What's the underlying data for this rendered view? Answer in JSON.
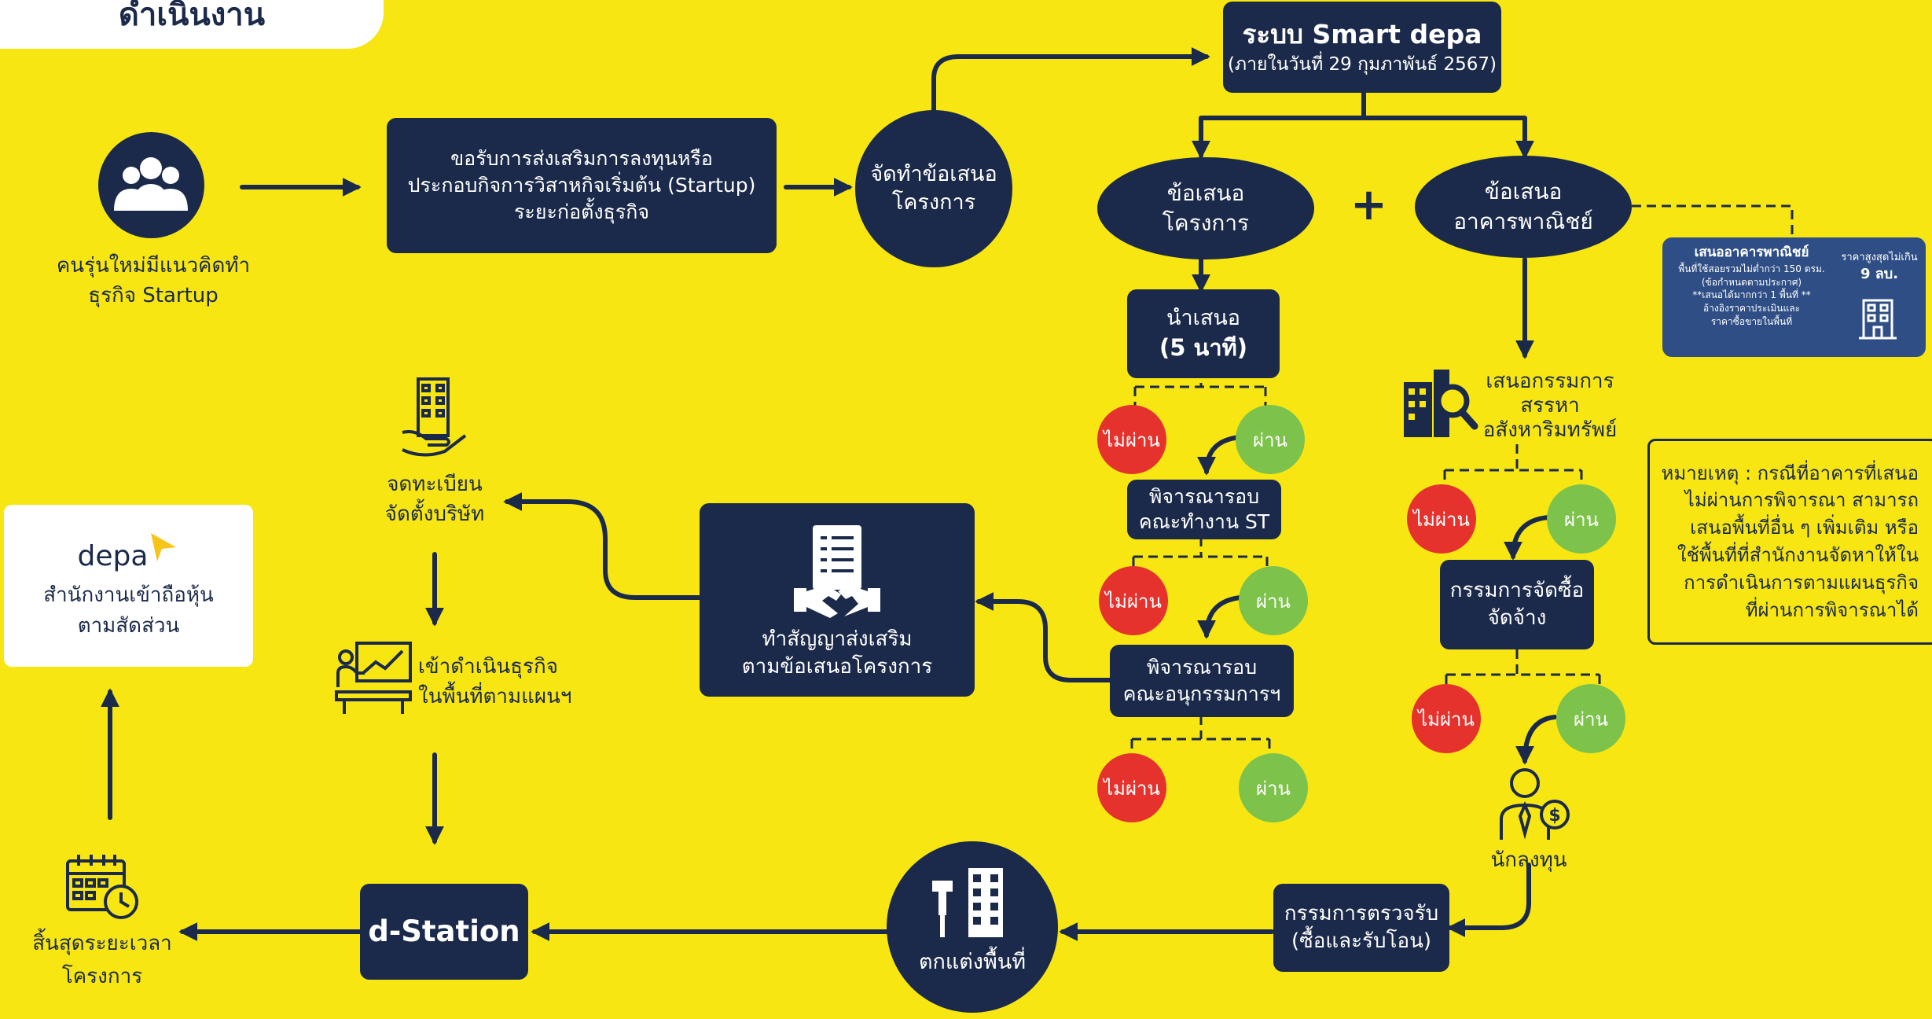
{
  "header": {
    "title": "ดำเนินงาน"
  },
  "applicant": {
    "line1": "คนรุ่นใหม่มีแนวคิดทำ",
    "line2": "ธุรกิจ Startup"
  },
  "request": {
    "line1": "ขอรับการส่งเสริมการลงทุนหรือ",
    "line2": "ประกอบกิจการวิสาหกิจเริ่มต้น (Startup)",
    "line3": "ระยะก่อตั้งธุรกิจ"
  },
  "prepare": {
    "line1": "จัดทำข้อเสนอ",
    "line2": "โครงการ"
  },
  "system": {
    "title": "ระบบ Smart depa",
    "subtitle": "(ภายในวันที่ 29 กุมภาพันธ์ 2567)"
  },
  "proposal_project": {
    "line1": "ข้อเสนอ",
    "line2": "โครงการ"
  },
  "plus": "+",
  "proposal_building": {
    "line1": "ข้อเสนอ",
    "line2": "อาคารพาณิชย์"
  },
  "building_note": {
    "title": "เสนออาคารพาณิชย์",
    "l1": "พื้นที่ใช้สอยรวมไม่ต่ำกว่า 150 ตรม.",
    "l2": "(ข้อกำหนดตามประกาศ)",
    "l3": "**เสนอได้มากกว่า 1 พื้นที่ **",
    "l4": "อ้างอิงราคาประเมินและ",
    "l5": "ราคาซื้อขายในพื้นที่",
    "price_label": "ราคาสูงสุดไม่เกิน",
    "price_value": "9 ลบ."
  },
  "present": {
    "line1": "นำเสนอ",
    "line2": "(5 นาที)"
  },
  "review_st": {
    "line1": "พิจารณารอบ",
    "line2": "คณะทำงาน  ST"
  },
  "review_sub": {
    "line1": "พิจารณารอบ",
    "line2": "คณะอนุกรรมการฯ"
  },
  "badges": {
    "fail": "ไม่ผ่าน",
    "pass": "ผ่าน"
  },
  "asset_committee": {
    "line1": "เสนอกรรมการ",
    "line2": "สรรหา",
    "line3": "อสังหาริมทรัพย์"
  },
  "remark": {
    "l1": "หมายเหตุ : กรณีที่อาคารที่เสนอ",
    "l2": "ไม่ผ่านการพิจารณา สามารถ",
    "l3": "เสนอพื้นที่อื่น ๆ เพิ่มเติม หรือ",
    "l4": "ใช้พื้นที่ที่สำนักงานจัดหาให้ใน",
    "l5": "การดำเนินการตามแผนธุรกิจ",
    "l6": "ที่ผ่านการพิจารณาได้"
  },
  "procurement": {
    "line1": "กรรมการจัดซื้อ",
    "line2": "จัดจ้าง"
  },
  "investor": {
    "label": "นักลงทุน"
  },
  "inspection": {
    "line1": "กรรมการตรวจรับ",
    "line2": "(ซื้อและรับโอน)"
  },
  "decorate": {
    "label": "ตกแต่งพื้นที่"
  },
  "dstation": {
    "label": "d-Station"
  },
  "end_project": {
    "line1": "สิ้นสุดระยะเวลา",
    "line2": "โครงการ"
  },
  "depa_office": {
    "logo": "depa",
    "line1": "สำนักงานเข้าถือหุ้น",
    "line2": "ตามสัดส่วน"
  },
  "register": {
    "line1": "จดทะเบียน",
    "line2": "จัดตั้งบริษัท"
  },
  "operate": {
    "line1": "เข้าดำเนินธุรกิจ",
    "line2": "ในพื้นที่ตามแผนฯ"
  },
  "contract": {
    "line1": "ทำสัญญาส่งเสริม",
    "line2": "ตามข้อเสนอโครงการ"
  },
  "colors": {
    "background": "#F7E612",
    "navy": "#1B2A4A",
    "fail": "#E5322D",
    "pass": "#7DC24B",
    "logo_accent": "#F5C518"
  },
  "icons": [
    "people-icon",
    "building-search-icon",
    "building-icon",
    "investor-icon",
    "paint-building-icon",
    "calendar-clock-icon",
    "building-hand-icon",
    "presentation-icon",
    "contract-handshake-icon"
  ]
}
